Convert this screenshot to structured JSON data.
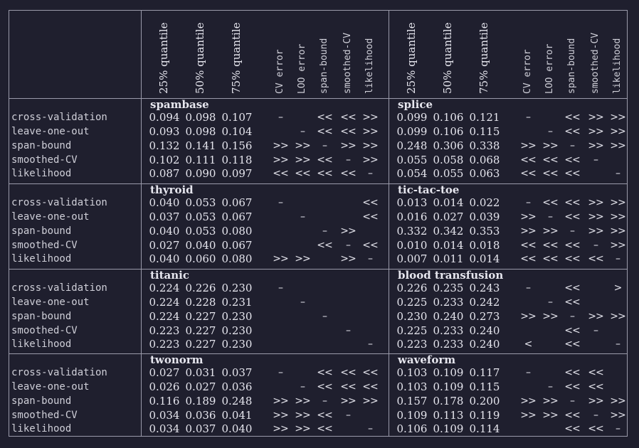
{
  "column_headers": {
    "quantiles": [
      "25% quantile",
      "50% quantile",
      "75% quantile"
    ],
    "methods": [
      "CV error",
      "LOO error",
      "span-bound",
      "smoothed-CV",
      "likelihood"
    ]
  },
  "row_labels": [
    "cross-validation",
    "leave-one-out",
    "span-bound",
    "smoothed-CV",
    "likelihood"
  ],
  "blocks": [
    {
      "left": {
        "name": "spambase",
        "rows": [
          {
            "q": [
              "0.094",
              "0.098",
              "0.107"
            ],
            "c": [
              "–",
              "",
              "<<",
              "<<",
              ">>"
            ]
          },
          {
            "q": [
              "0.093",
              "0.098",
              "0.104"
            ],
            "c": [
              "",
              "–",
              "<<",
              "<<",
              ">>"
            ]
          },
          {
            "q": [
              "0.132",
              "0.141",
              "0.156"
            ],
            "c": [
              ">>",
              ">>",
              "–",
              ">>",
              ">>"
            ]
          },
          {
            "q": [
              "0.102",
              "0.111",
              "0.118"
            ],
            "c": [
              ">>",
              ">>",
              "<<",
              "–",
              ">>"
            ]
          },
          {
            "q": [
              "0.087",
              "0.090",
              "0.097"
            ],
            "c": [
              "<<",
              "<<",
              "<<",
              "<<",
              "–"
            ]
          }
        ]
      },
      "right": {
        "name": "splice",
        "rows": [
          {
            "q": [
              "0.099",
              "0.106",
              "0.121"
            ],
            "c": [
              "–",
              "",
              "<<",
              ">>",
              ">>"
            ]
          },
          {
            "q": [
              "0.099",
              "0.106",
              "0.115"
            ],
            "c": [
              "",
              "–",
              "<<",
              ">>",
              ">>"
            ]
          },
          {
            "q": [
              "0.248",
              "0.306",
              "0.338"
            ],
            "c": [
              ">>",
              ">>",
              "–",
              ">>",
              ">>"
            ]
          },
          {
            "q": [
              "0.055",
              "0.058",
              "0.068"
            ],
            "c": [
              "<<",
              "<<",
              "<<",
              "–",
              ""
            ]
          },
          {
            "q": [
              "0.054",
              "0.055",
              "0.063"
            ],
            "c": [
              "<<",
              "<<",
              "<<",
              "",
              "–"
            ]
          }
        ]
      }
    },
    {
      "left": {
        "name": "thyroid",
        "rows": [
          {
            "q": [
              "0.040",
              "0.053",
              "0.067"
            ],
            "c": [
              "–",
              "",
              "",
              "",
              "<<"
            ]
          },
          {
            "q": [
              "0.037",
              "0.053",
              "0.067"
            ],
            "c": [
              "",
              "–",
              "",
              "",
              "<<"
            ]
          },
          {
            "q": [
              "0.040",
              "0.053",
              "0.080"
            ],
            "c": [
              "",
              "",
              "–",
              ">>",
              ""
            ]
          },
          {
            "q": [
              "0.027",
              "0.040",
              "0.067"
            ],
            "c": [
              "",
              "",
              "<<",
              "–",
              "<<"
            ]
          },
          {
            "q": [
              "0.040",
              "0.060",
              "0.080"
            ],
            "c": [
              ">>",
              ">>",
              "",
              ">>",
              "–"
            ]
          }
        ]
      },
      "right": {
        "name": "tic-tac-toe",
        "rows": [
          {
            "q": [
              "0.013",
              "0.014",
              "0.022"
            ],
            "c": [
              "–",
              "<<",
              "<<",
              ">>",
              ">>"
            ]
          },
          {
            "q": [
              "0.016",
              "0.027",
              "0.039"
            ],
            "c": [
              ">>",
              "–",
              "<<",
              ">>",
              ">>"
            ]
          },
          {
            "q": [
              "0.332",
              "0.342",
              "0.353"
            ],
            "c": [
              ">>",
              ">>",
              "–",
              ">>",
              ">>"
            ]
          },
          {
            "q": [
              "0.010",
              "0.014",
              "0.018"
            ],
            "c": [
              "<<",
              "<<",
              "<<",
              "–",
              ">>"
            ]
          },
          {
            "q": [
              "0.007",
              "0.011",
              "0.014"
            ],
            "c": [
              "<<",
              "<<",
              "<<",
              "<<",
              "–"
            ]
          }
        ]
      }
    },
    {
      "left": {
        "name": "titanic",
        "rows": [
          {
            "q": [
              "0.224",
              "0.226",
              "0.230"
            ],
            "c": [
              "–",
              "",
              "",
              "",
              ""
            ]
          },
          {
            "q": [
              "0.224",
              "0.228",
              "0.231"
            ],
            "c": [
              "",
              "–",
              "",
              "",
              ""
            ]
          },
          {
            "q": [
              "0.224",
              "0.227",
              "0.230"
            ],
            "c": [
              "",
              "",
              "–",
              "",
              ""
            ]
          },
          {
            "q": [
              "0.223",
              "0.227",
              "0.230"
            ],
            "c": [
              "",
              "",
              "",
              "–",
              ""
            ]
          },
          {
            "q": [
              "0.223",
              "0.227",
              "0.230"
            ],
            "c": [
              "",
              "",
              "",
              "",
              "–"
            ]
          }
        ]
      },
      "right": {
        "name": "blood transfusion",
        "rows": [
          {
            "q": [
              "0.226",
              "0.235",
              "0.243"
            ],
            "c": [
              "–",
              "",
              "<<",
              "",
              ">"
            ]
          },
          {
            "q": [
              "0.225",
              "0.233",
              "0.242"
            ],
            "c": [
              "",
              "–",
              "<<",
              "",
              ""
            ]
          },
          {
            "q": [
              "0.230",
              "0.240",
              "0.273"
            ],
            "c": [
              ">>",
              ">>",
              "–",
              ">>",
              ">>"
            ]
          },
          {
            "q": [
              "0.225",
              "0.233",
              "0.240"
            ],
            "c": [
              "",
              "",
              "<<",
              "–",
              ""
            ]
          },
          {
            "q": [
              "0.223",
              "0.233",
              "0.240"
            ],
            "c": [
              "<",
              "",
              "<<",
              "",
              "–"
            ]
          }
        ]
      }
    },
    {
      "left": {
        "name": "twonorm",
        "rows": [
          {
            "q": [
              "0.027",
              "0.031",
              "0.037"
            ],
            "c": [
              "–",
              "",
              "<<",
              "<<",
              "<<"
            ]
          },
          {
            "q": [
              "0.026",
              "0.027",
              "0.036"
            ],
            "c": [
              "",
              "–",
              "<<",
              "<<",
              "<<"
            ]
          },
          {
            "q": [
              "0.116",
              "0.189",
              "0.248"
            ],
            "c": [
              ">>",
              ">>",
              "–",
              ">>",
              ">>"
            ]
          },
          {
            "q": [
              "0.034",
              "0.036",
              "0.041"
            ],
            "c": [
              ">>",
              ">>",
              "<<",
              "–",
              ""
            ]
          },
          {
            "q": [
              "0.034",
              "0.037",
              "0.040"
            ],
            "c": [
              ">>",
              ">>",
              "<<",
              "",
              "–"
            ]
          }
        ]
      },
      "right": {
        "name": "waveform",
        "rows": [
          {
            "q": [
              "0.103",
              "0.109",
              "0.117"
            ],
            "c": [
              "–",
              "",
              "<<",
              "<<",
              ""
            ]
          },
          {
            "q": [
              "0.103",
              "0.109",
              "0.115"
            ],
            "c": [
              "",
              "–",
              "<<",
              "<<",
              ""
            ]
          },
          {
            "q": [
              "0.157",
              "0.178",
              "0.200"
            ],
            "c": [
              ">>",
              ">>",
              "–",
              ">>",
              ">>"
            ]
          },
          {
            "q": [
              "0.109",
              "0.113",
              "0.119"
            ],
            "c": [
              ">>",
              ">>",
              "<<",
              "–",
              ">>"
            ]
          },
          {
            "q": [
              "0.106",
              "0.109",
              "0.114"
            ],
            "c": [
              "",
              "",
              "<<",
              "<<",
              "–"
            ]
          }
        ]
      }
    }
  ]
}
